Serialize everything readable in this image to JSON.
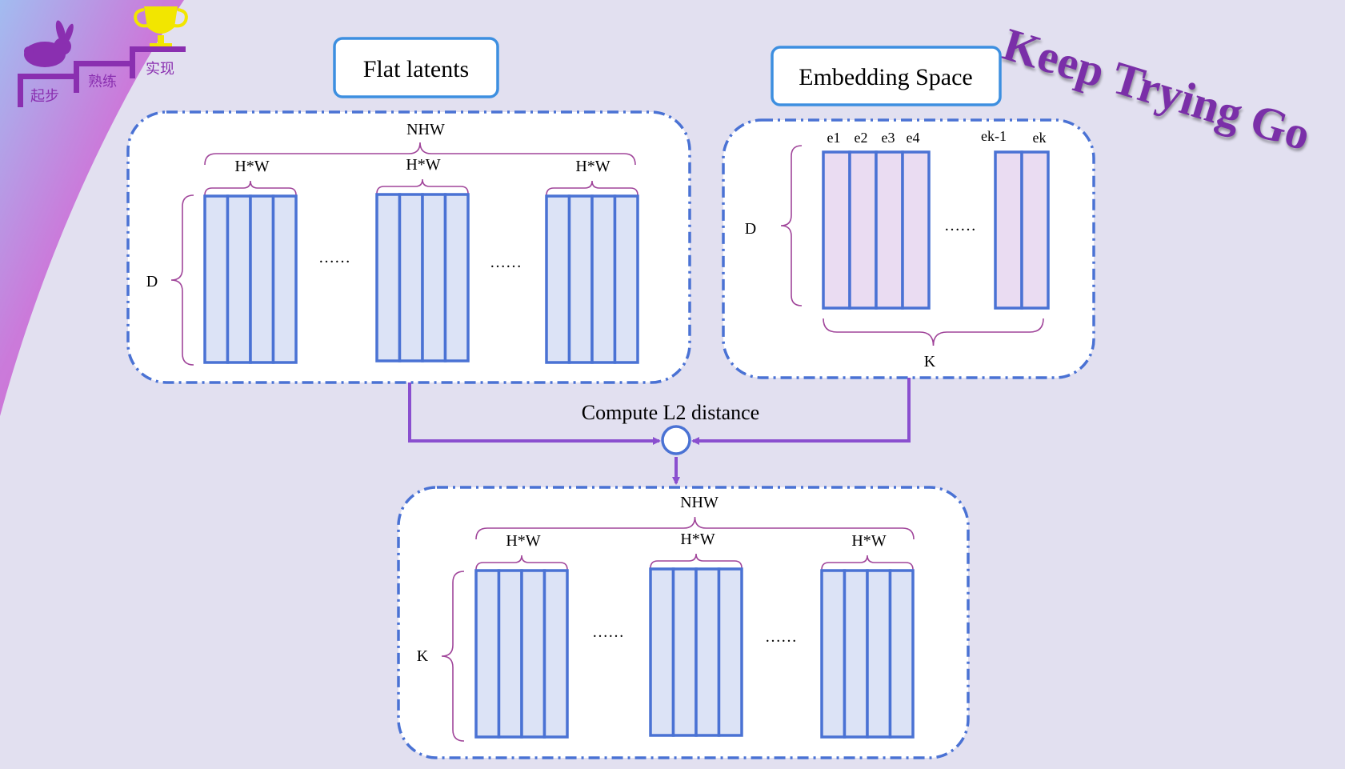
{
  "logo": {
    "steps": [
      "起步",
      "熟练",
      "实现"
    ]
  },
  "slogan": "Keep Trying Go",
  "flat_latents": {
    "title": "Flat latents",
    "total_label": "NHW",
    "group_label": "H*W",
    "dim_label": "D",
    "ellipsis": "……"
  },
  "embedding_space": {
    "title": "Embedding Space",
    "dim_label": "D",
    "count_label": "K",
    "ellipsis": "……",
    "vectors": [
      "e1",
      "e2",
      "e3",
      "e4",
      "ek-1",
      "ek"
    ]
  },
  "operation": {
    "label": "Compute L2 distance"
  },
  "distances": {
    "total_label": "NHW",
    "group_label": "H*W",
    "dim_label": "K",
    "ellipsis": "……"
  },
  "colors": {
    "background": "#e2e0f0",
    "dash_border": "#4a72d4",
    "column_fill": "#dce3f6",
    "column_stroke": "#4a72d4",
    "embedding_fill": "#eadcf2",
    "brace": "#a0459a",
    "arrow": "#8a4fcf",
    "title_border": "#3d8fe0",
    "slogan": "#7a2fa8",
    "trophy": "#f2e600"
  }
}
